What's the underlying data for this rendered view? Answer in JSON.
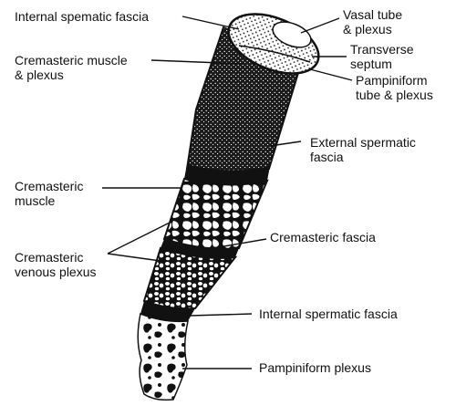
{
  "labels": {
    "internal_spermatic_fascia_top": "Internal spematic fascia",
    "vasal_tube": "Vasal tube",
    "vasal_tube_2": "& plexus",
    "transverse_septum": "Transverse",
    "transverse_septum_2": "septum",
    "pampiniform_tube": "Pampiniform",
    "pampiniform_tube_2": "tube & plexus",
    "cremasteric_muscle_plexus": "Cremasteric muscle",
    "cremasteric_muscle_plexus_2": "& plexus",
    "external_spermatic_fascia": "External spermatic",
    "external_spermatic_fascia_2": "fascia",
    "cremasteric_muscle": "Cremasteric",
    "cremasteric_muscle_2": "muscle",
    "cremasteric_fascia": "Cremasteric fascia",
    "cremasteric_venous_plexus": "Cremasteric",
    "cremasteric_venous_plexus_2": "venous plexus",
    "internal_spermatic_fascia_bottom": "Internal spermatic fascia",
    "pampiniform_plexus": "Pampiniform plexus"
  },
  "colors": {
    "ink": "#111111",
    "background": "#ffffff"
  }
}
